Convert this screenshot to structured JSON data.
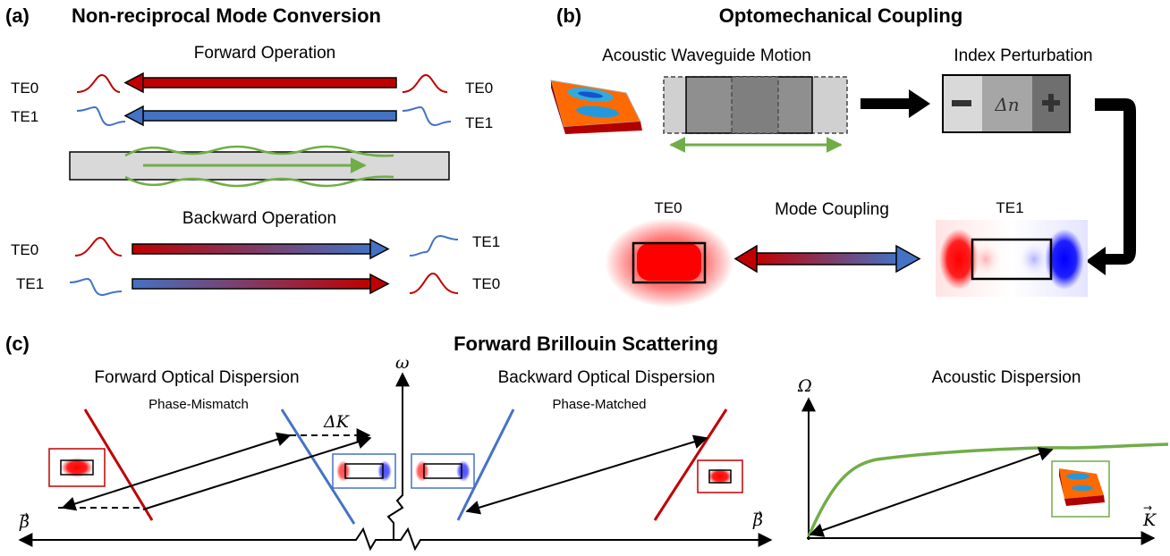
{
  "panel_a": {
    "letter": "(a)",
    "title": "Non-reciprocal Mode Conversion",
    "forward_title": "Forward Operation",
    "backward_title": "Backward Operation",
    "fwd_te0_left": "TE0",
    "fwd_te0_right": "TE0",
    "fwd_te1_left": "TE1",
    "fwd_te1_right": "TE1",
    "bwd_row1_in": "TE0",
    "bwd_row1_out": "TE1",
    "bwd_row2_in": "TE1",
    "bwd_row2_out": "TE0"
  },
  "panel_b": {
    "letter": "(b)",
    "title": "Optomechanical Coupling",
    "acoustic_label": "Acoustic Waveguide Motion",
    "index_label": "Index Perturbation",
    "delta_n": "Δ𝑛",
    "minus": "−",
    "plus": "+",
    "mode_coupling_label": "Mode Coupling",
    "te0_label": "TE0",
    "te1_label": "TE1"
  },
  "panel_c": {
    "letter": "(c)",
    "title": "Forward Brillouin Scattering",
    "forward_dispersion": "Forward Optical Dispersion",
    "backward_dispersion": "Backward Optical Dispersion",
    "acoustic_dispersion": "Acoustic Dispersion",
    "phase_mismatch": "Phase-Mismatch",
    "phase_matched": "Phase-Matched",
    "delta_k": "ΔK",
    "omega": "ω",
    "beta_left": "β",
    "beta_right": "β",
    "big_omega": "Ω",
    "k_axis": "K"
  },
  "colors": {
    "te0_red": "#c00000",
    "te1_blue": "#4472c4",
    "acoustic_green": "#70ad47",
    "waveguide_gray": "#d9d9d9"
  }
}
